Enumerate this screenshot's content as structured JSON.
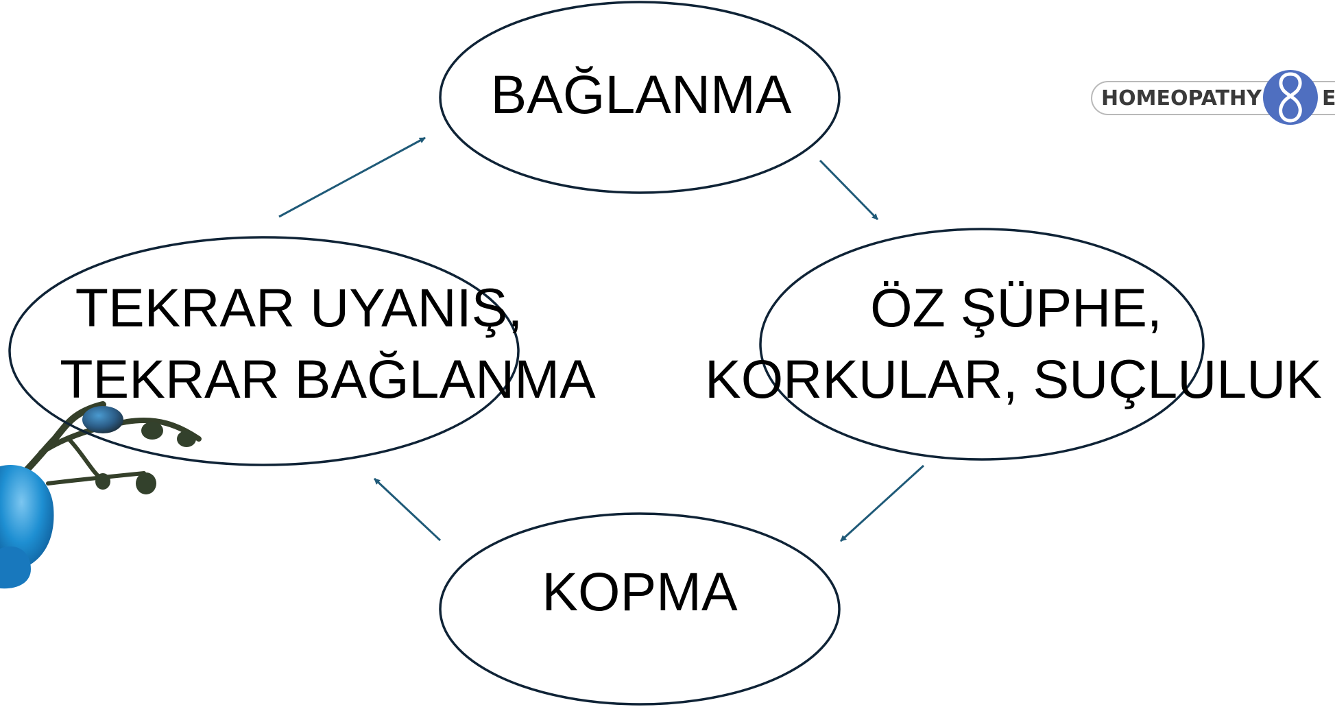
{
  "colors": {
    "ellipse_stroke": "#0f2336",
    "arrow": "#1f5a78",
    "logo_text": "#3a3a3a",
    "logo_badge": "#4f6fc0",
    "logo_outline": "#b9b9b9",
    "orchid_petal": "#1e8fd2",
    "orchid_stem": "#35402a"
  },
  "nodes": {
    "baglanma": {
      "lines": [
        "BAĞLANMA"
      ]
    },
    "oz_suphe": {
      "lines": [
        "ÖZ ŞÜPHE,",
        "KORKULAR, SUÇLULUK"
      ]
    },
    "kopma": {
      "lines": [
        "KOPMA"
      ]
    },
    "tekrar": {
      "lines": [
        "TEKRAR UYANIŞ,",
        "TEKRAR BAĞLANMA"
      ]
    }
  },
  "arrows": [
    {
      "from": "baglanma",
      "to": "oz_suphe"
    },
    {
      "from": "oz_suphe",
      "to": "kopma"
    },
    {
      "from": "kopma",
      "to": "tekrar"
    },
    {
      "from": "tekrar",
      "to": "baglanma"
    }
  ],
  "logo": {
    "text": "HOMEOPATHY",
    "trailing_text": "E",
    "badge_icon": "figure-eight-icon"
  },
  "decoration": {
    "icon": "orchid-icon"
  }
}
